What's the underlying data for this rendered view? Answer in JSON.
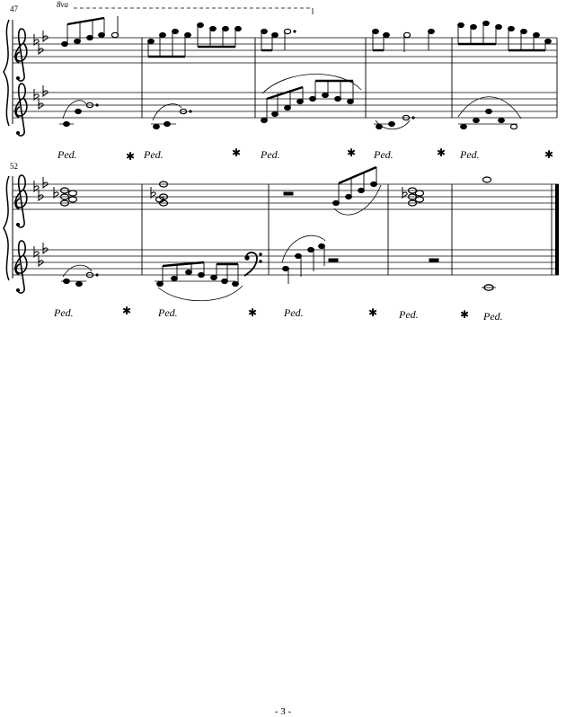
{
  "score": {
    "systems": [
      {
        "first_measure": "47",
        "octave_mark": "8va"
      },
      {
        "first_measure": "52"
      }
    ],
    "pedal": {
      "down": "Ped.",
      "up": "*"
    }
  },
  "page": {
    "number": "- 3 -"
  }
}
